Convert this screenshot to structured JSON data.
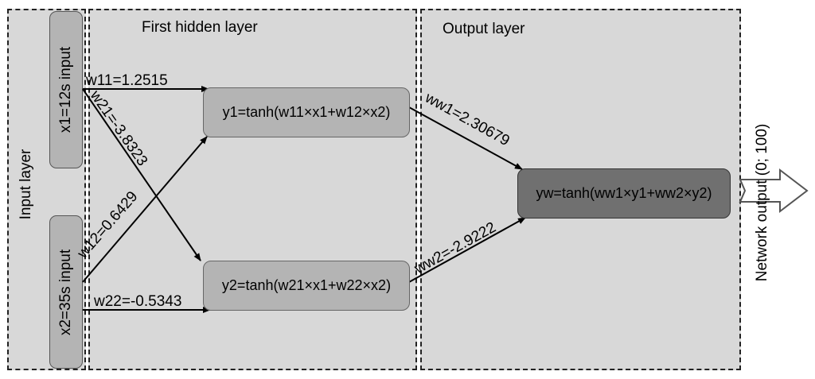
{
  "layers": {
    "input": "Input layer",
    "hidden": "First hidden layer",
    "output": "Output layer"
  },
  "inputs": {
    "x1": "x1=12s input",
    "x2": "x2=35s input"
  },
  "hidden_nodes": {
    "y1": "y1=tanh(w11×x1+w12×x2)",
    "y2": "y2=tanh(w21×x1+w22×x2)"
  },
  "output_node": "yw=tanh(ww1×y1+ww2×y2)",
  "weights": {
    "w11": "w11=1.2515",
    "w21": "w21=-3.8323",
    "w12": "w12=0.6429",
    "w22": "w22=-0.5343",
    "ww1": "ww1=2.30679",
    "ww2": "ww2=-2.9222"
  },
  "network_output": "Network output (0; 100)",
  "colors": {
    "layer_fill": "#d8d8d8",
    "node_fill": "#b4b4b4",
    "output_fill": "#707070"
  }
}
